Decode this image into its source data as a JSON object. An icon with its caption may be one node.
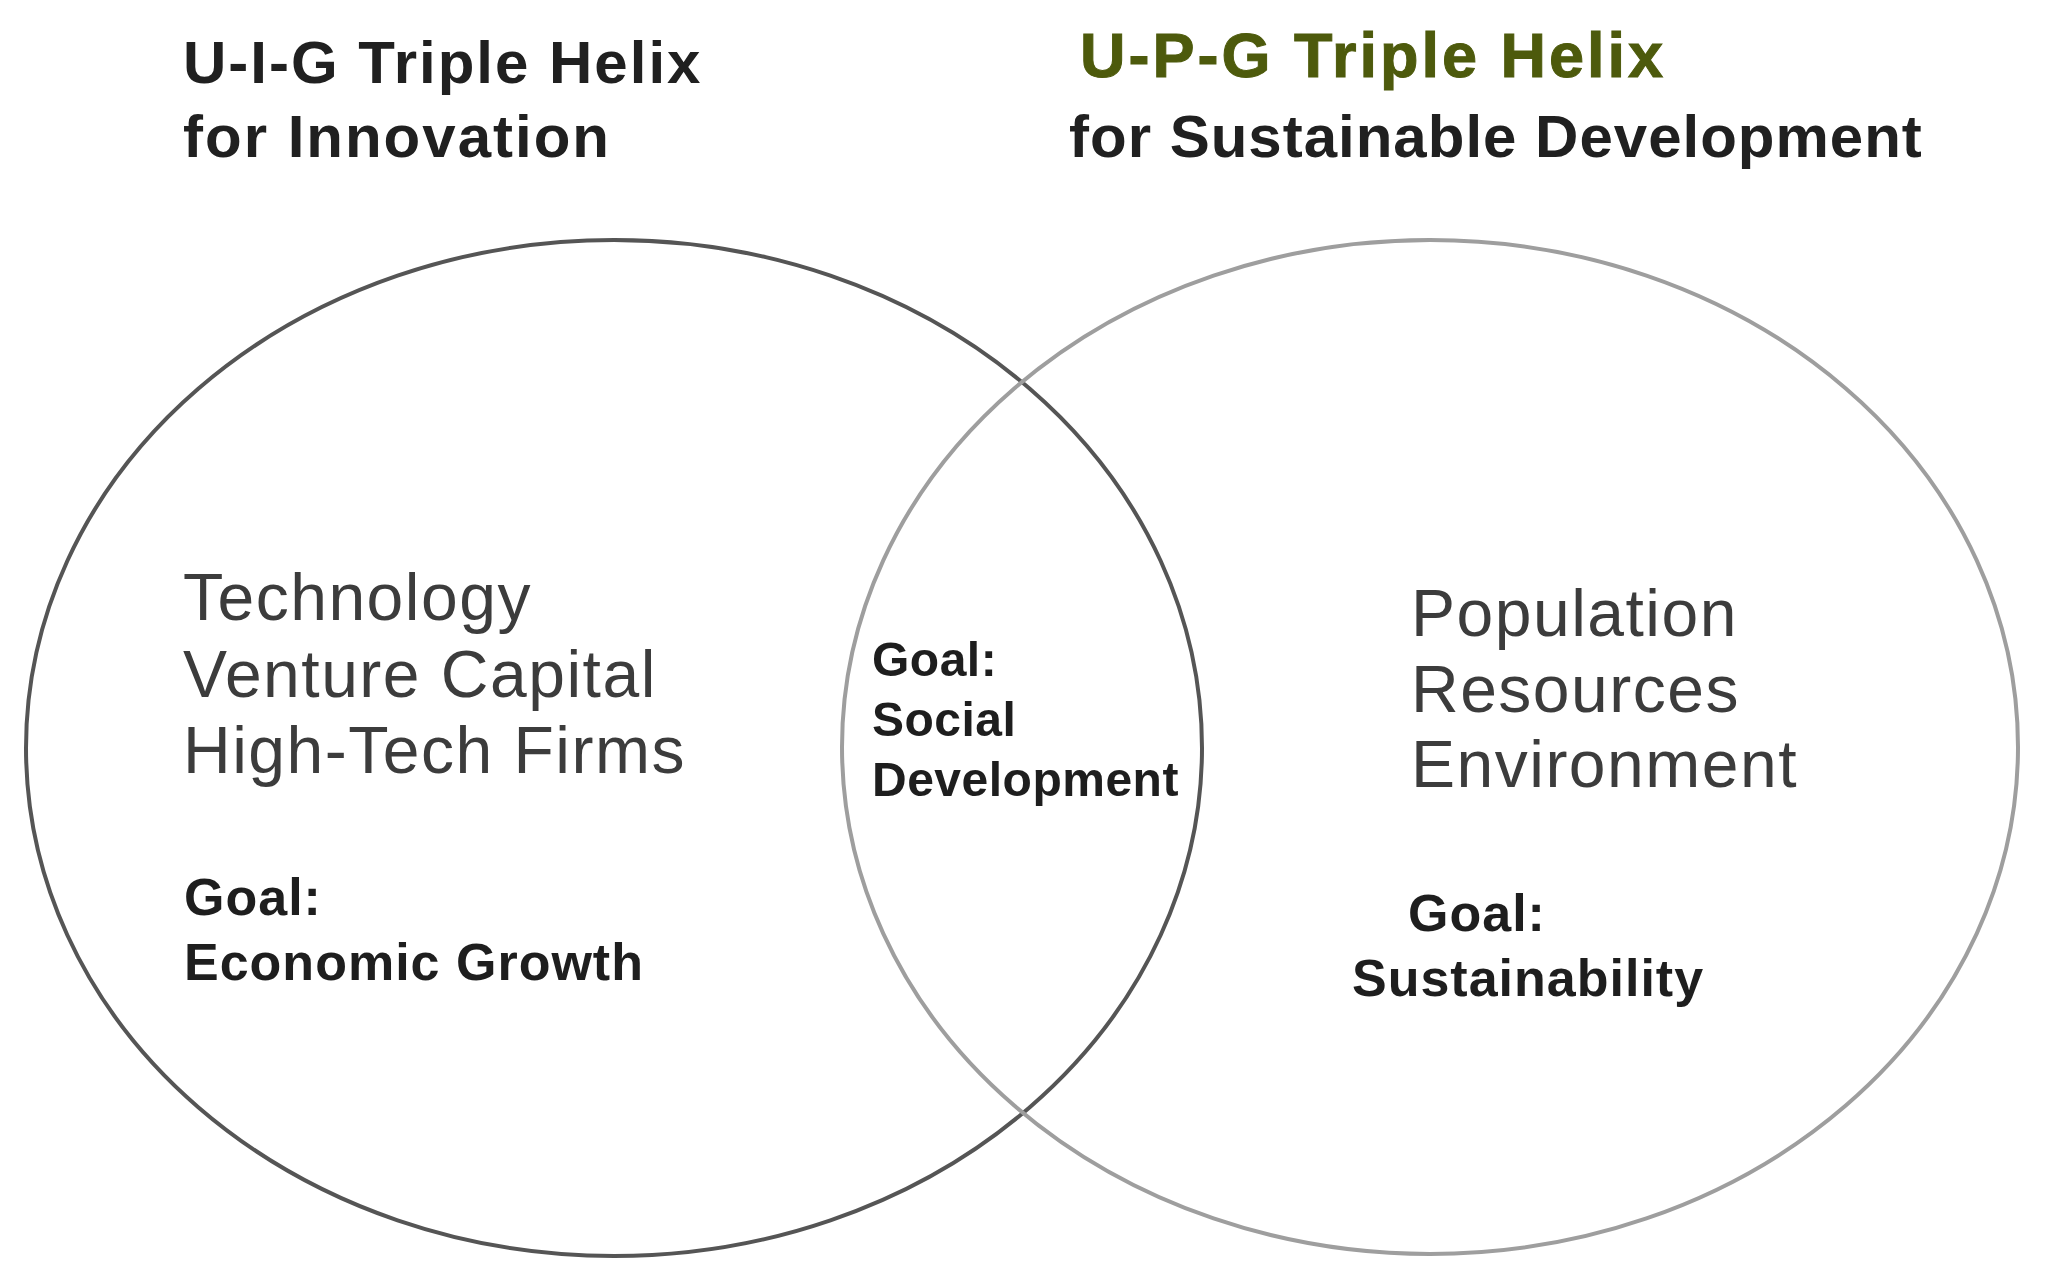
{
  "diagram": {
    "nodes": [
      {
        "text": [
          "U-I-G Triple Helix for Innovation",
          "Technology",
          "Venture Capital",
          "High-Tech Firms",
          "Goal:",
          "Economic Growth"
        ]
      },
      {
        "text": [
          "U-P-G Triple Helix",
          "for Sustainable Development",
          "Population",
          "Resources",
          "Environment",
          "Goal:",
          "Sustainability"
        ]
      }
    ],
    "labels": [
      "Goal:",
      "Social Development"
    ]
  }
}
